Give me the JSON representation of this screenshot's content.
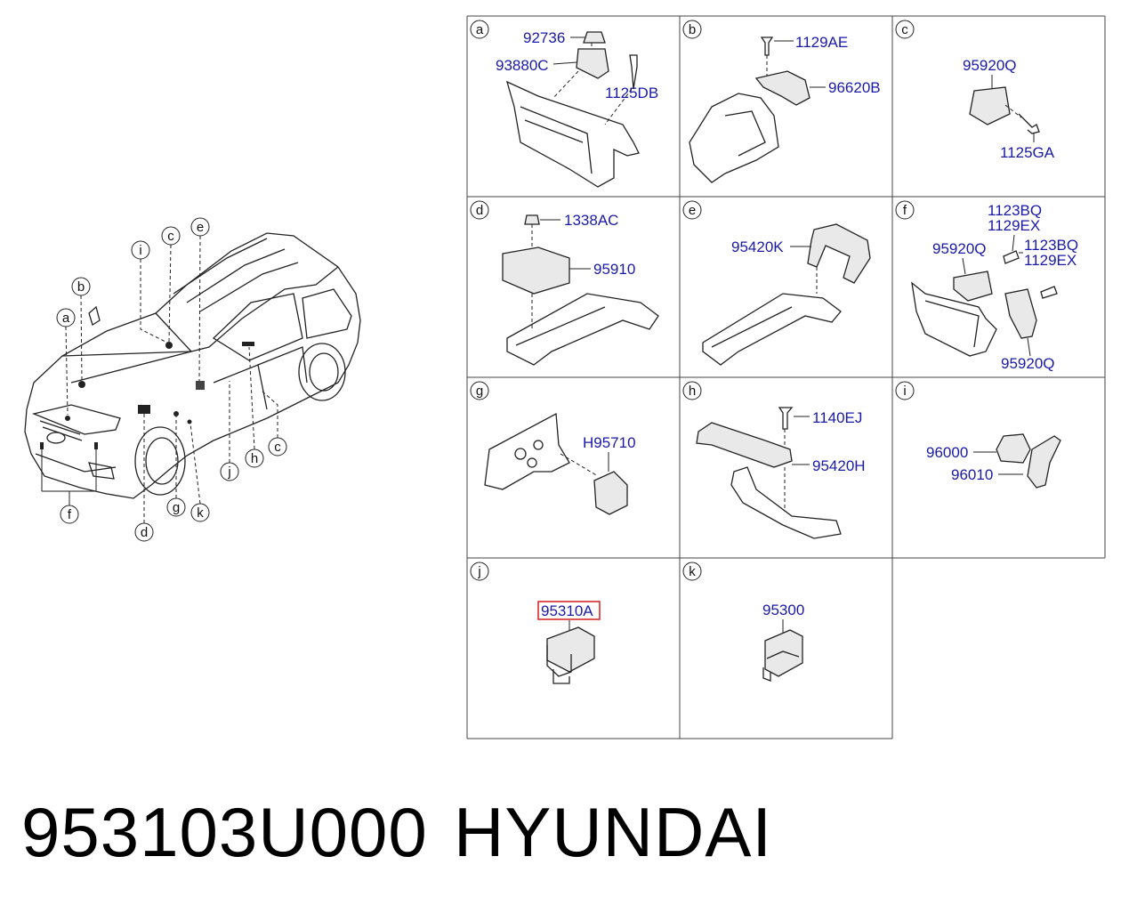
{
  "vehicle": {
    "callouts": [
      "a",
      "b",
      "c",
      "c",
      "d",
      "e",
      "f",
      "g",
      "h",
      "i",
      "j",
      "k"
    ]
  },
  "cells": [
    {
      "letter": "a",
      "parts": [
        "92736",
        "93880C",
        "1125DB"
      ]
    },
    {
      "letter": "b",
      "parts": [
        "1129AE",
        "96620B"
      ]
    },
    {
      "letter": "c",
      "parts": [
        "95920Q",
        "1125GA"
      ]
    },
    {
      "letter": "d",
      "parts": [
        "1338AC",
        "95910"
      ]
    },
    {
      "letter": "e",
      "parts": [
        "95420K"
      ]
    },
    {
      "letter": "f",
      "parts": [
        "1123BQ",
        "1129EX",
        "95920Q",
        "1123BQ",
        "1129EX",
        "95920Q"
      ]
    },
    {
      "letter": "g",
      "parts": [
        "H95710"
      ]
    },
    {
      "letter": "h",
      "parts": [
        "1140EJ",
        "95420H"
      ]
    },
    {
      "letter": "i",
      "parts": [
        "96000",
        "96010"
      ]
    },
    {
      "letter": "j",
      "parts": [
        "95310A"
      ]
    },
    {
      "letter": "k",
      "parts": [
        "95300"
      ]
    }
  ],
  "highlight": {
    "part": "95310A",
    "color": "#d61f1f"
  },
  "colors": {
    "part_label": "#1a1aa8",
    "line": "#222222"
  },
  "footer": {
    "part_number": "953103U000",
    "brand": "HYUNDAI"
  }
}
